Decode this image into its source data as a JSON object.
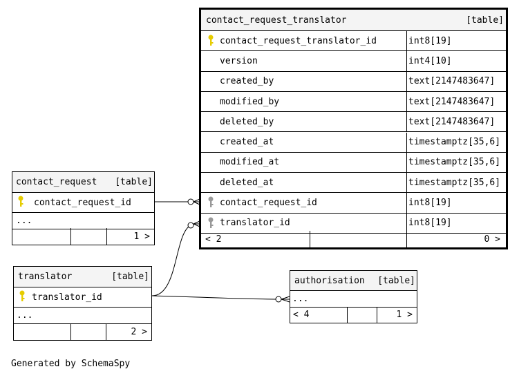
{
  "tables": {
    "contact_request_translator": {
      "name": "contact_request_translator",
      "kind": "[table]",
      "columns": [
        {
          "name": "contact_request_translator_id",
          "type": "int8[19]",
          "key": "primary"
        },
        {
          "name": "version",
          "type": "int4[10]",
          "key": "none"
        },
        {
          "name": "created_by",
          "type": "text[2147483647]",
          "key": "none"
        },
        {
          "name": "modified_by",
          "type": "text[2147483647]",
          "key": "none"
        },
        {
          "name": "deleted_by",
          "type": "text[2147483647]",
          "key": "none"
        },
        {
          "name": "created_at",
          "type": "timestamptz[35,6]",
          "key": "none"
        },
        {
          "name": "modified_at",
          "type": "timestamptz[35,6]",
          "key": "none"
        },
        {
          "name": "deleted_at",
          "type": "timestamptz[35,6]",
          "key": "none"
        },
        {
          "name": "contact_request_id",
          "type": "int8[19]",
          "key": "foreign"
        },
        {
          "name": "translator_id",
          "type": "int8[19]",
          "key": "foreign"
        }
      ],
      "parents": "< 2",
      "children": "0 >"
    },
    "contact_request": {
      "name": "contact_request",
      "kind": "[table]",
      "pk": "contact_request_id",
      "more": "...",
      "children": "1 >"
    },
    "translator": {
      "name": "translator",
      "kind": "[table]",
      "pk": "translator_id",
      "more": "...",
      "children": "2 >"
    },
    "authorisation": {
      "name": "authorisation",
      "kind": "[table]",
      "more": "...",
      "parents": "< 4",
      "children": "1 >"
    }
  },
  "colors": {
    "primary_key": "#e6cc00",
    "foreign_key": "#999999",
    "header_bg": "#f4f4f4"
  },
  "footer": {
    "generated_by": "Generated by SchemaSpy"
  }
}
